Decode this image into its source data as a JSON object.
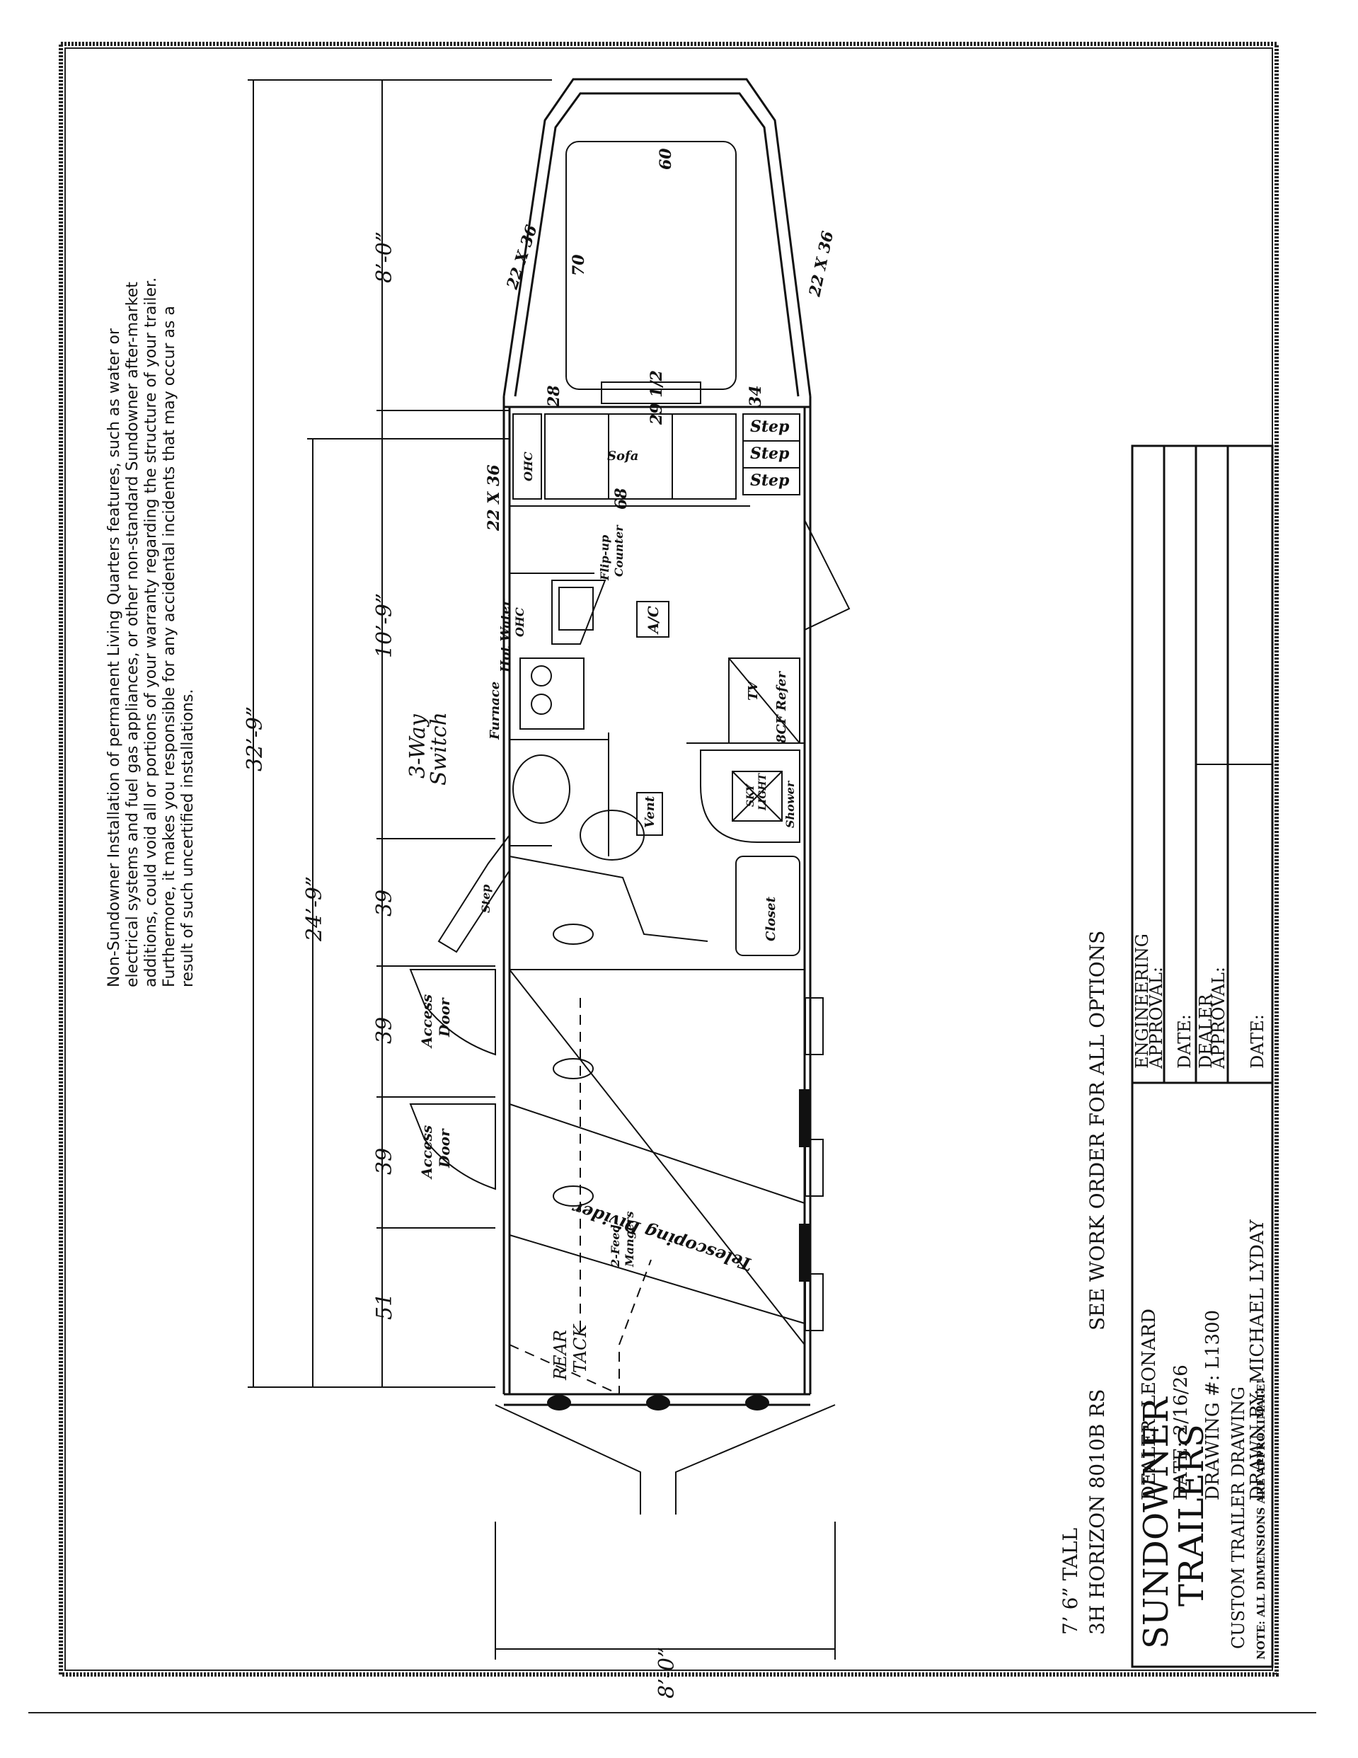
{
  "disclaimer": {
    "line1": "Non-Sundowner Installation of permanent Living Quarters features, such as water or",
    "line2": "electrical systems and fuel gas appliances, or other non-standard Sundowner after-market",
    "line3": "additions, could void all or portions of your warranty regarding the structure of your trailer.",
    "line4": "Furthermore, it makes you responsible for any accidental incidents that may occur as a",
    "line5": "result of such uncertified installations."
  },
  "dimensions": {
    "overall_length": "32’-9”",
    "lq_length": "10’-9”",
    "nose_length": "8’-0”",
    "horse_length": "24’-9”",
    "stall_39_a": "39",
    "stall_39_b": "39",
    "stall_39_c": "39",
    "stall_51": "51",
    "width": "8’-0”"
  },
  "plan_labels": {
    "window_nose_left": "22 X 36",
    "window_nose_right": "22 X 36",
    "window_lq": "22 X 36",
    "bed_width": "60",
    "bed_length": "70",
    "step_width_fraction": "29 1/2",
    "dim_28": "28",
    "dim_34": "34",
    "step1": "Step",
    "step2": "Step",
    "step3": "Step",
    "ohc_front": "OHC",
    "sofa": "Sofa",
    "sofa_length": "68",
    "flip_up": "Flip-up",
    "counter": "Counter",
    "ac": "A/C",
    "hot_water": "Hot Water",
    "ohc_galley": "OHC",
    "furnace": "Furnace",
    "tv": "TV",
    "refer": "8CF Refer",
    "three_way": "3-Way",
    "switch": "Switch",
    "vent": "Vent",
    "sky": "SKY",
    "light": "LIGHT",
    "shower": "Shower",
    "step_door": "Step",
    "closet": "Closet",
    "access1": "Access",
    "door1": "Door",
    "access2": "Access",
    "door2": "Door",
    "telescoping": "Telescoping Divider",
    "feed": "2-Feed",
    "mangers": "Mangers",
    "rear": "REAR",
    "tack": "TACK"
  },
  "title_block": {
    "height": "7’ 6” TALL",
    "model": "3H HORIZON 8010B RS",
    "work_order": "SEE WORK ORDER FOR ALL OPTIONS",
    "brand1": "SUNDOWNER",
    "brand2": "TRAILERS",
    "custom": "CUSTOM TRAILER DRAWING",
    "note": "NOTE: ALL DIMENSIONS ARE APPROXIMATE!",
    "dealer": "DEALER: LEONARD",
    "date": "DATE: 2/16/26",
    "drawing": "DRAWING #: L1300",
    "drawn_by": "DRAWN BY: MICHAEL LYDAY",
    "eng_approval1": "ENGINEERING",
    "eng_approval2": "APPROVAL:",
    "date_a": "DATE:",
    "dealer_approval1": "DEALER",
    "dealer_approval2": "APPROVAL:",
    "date_b": "DATE:"
  }
}
